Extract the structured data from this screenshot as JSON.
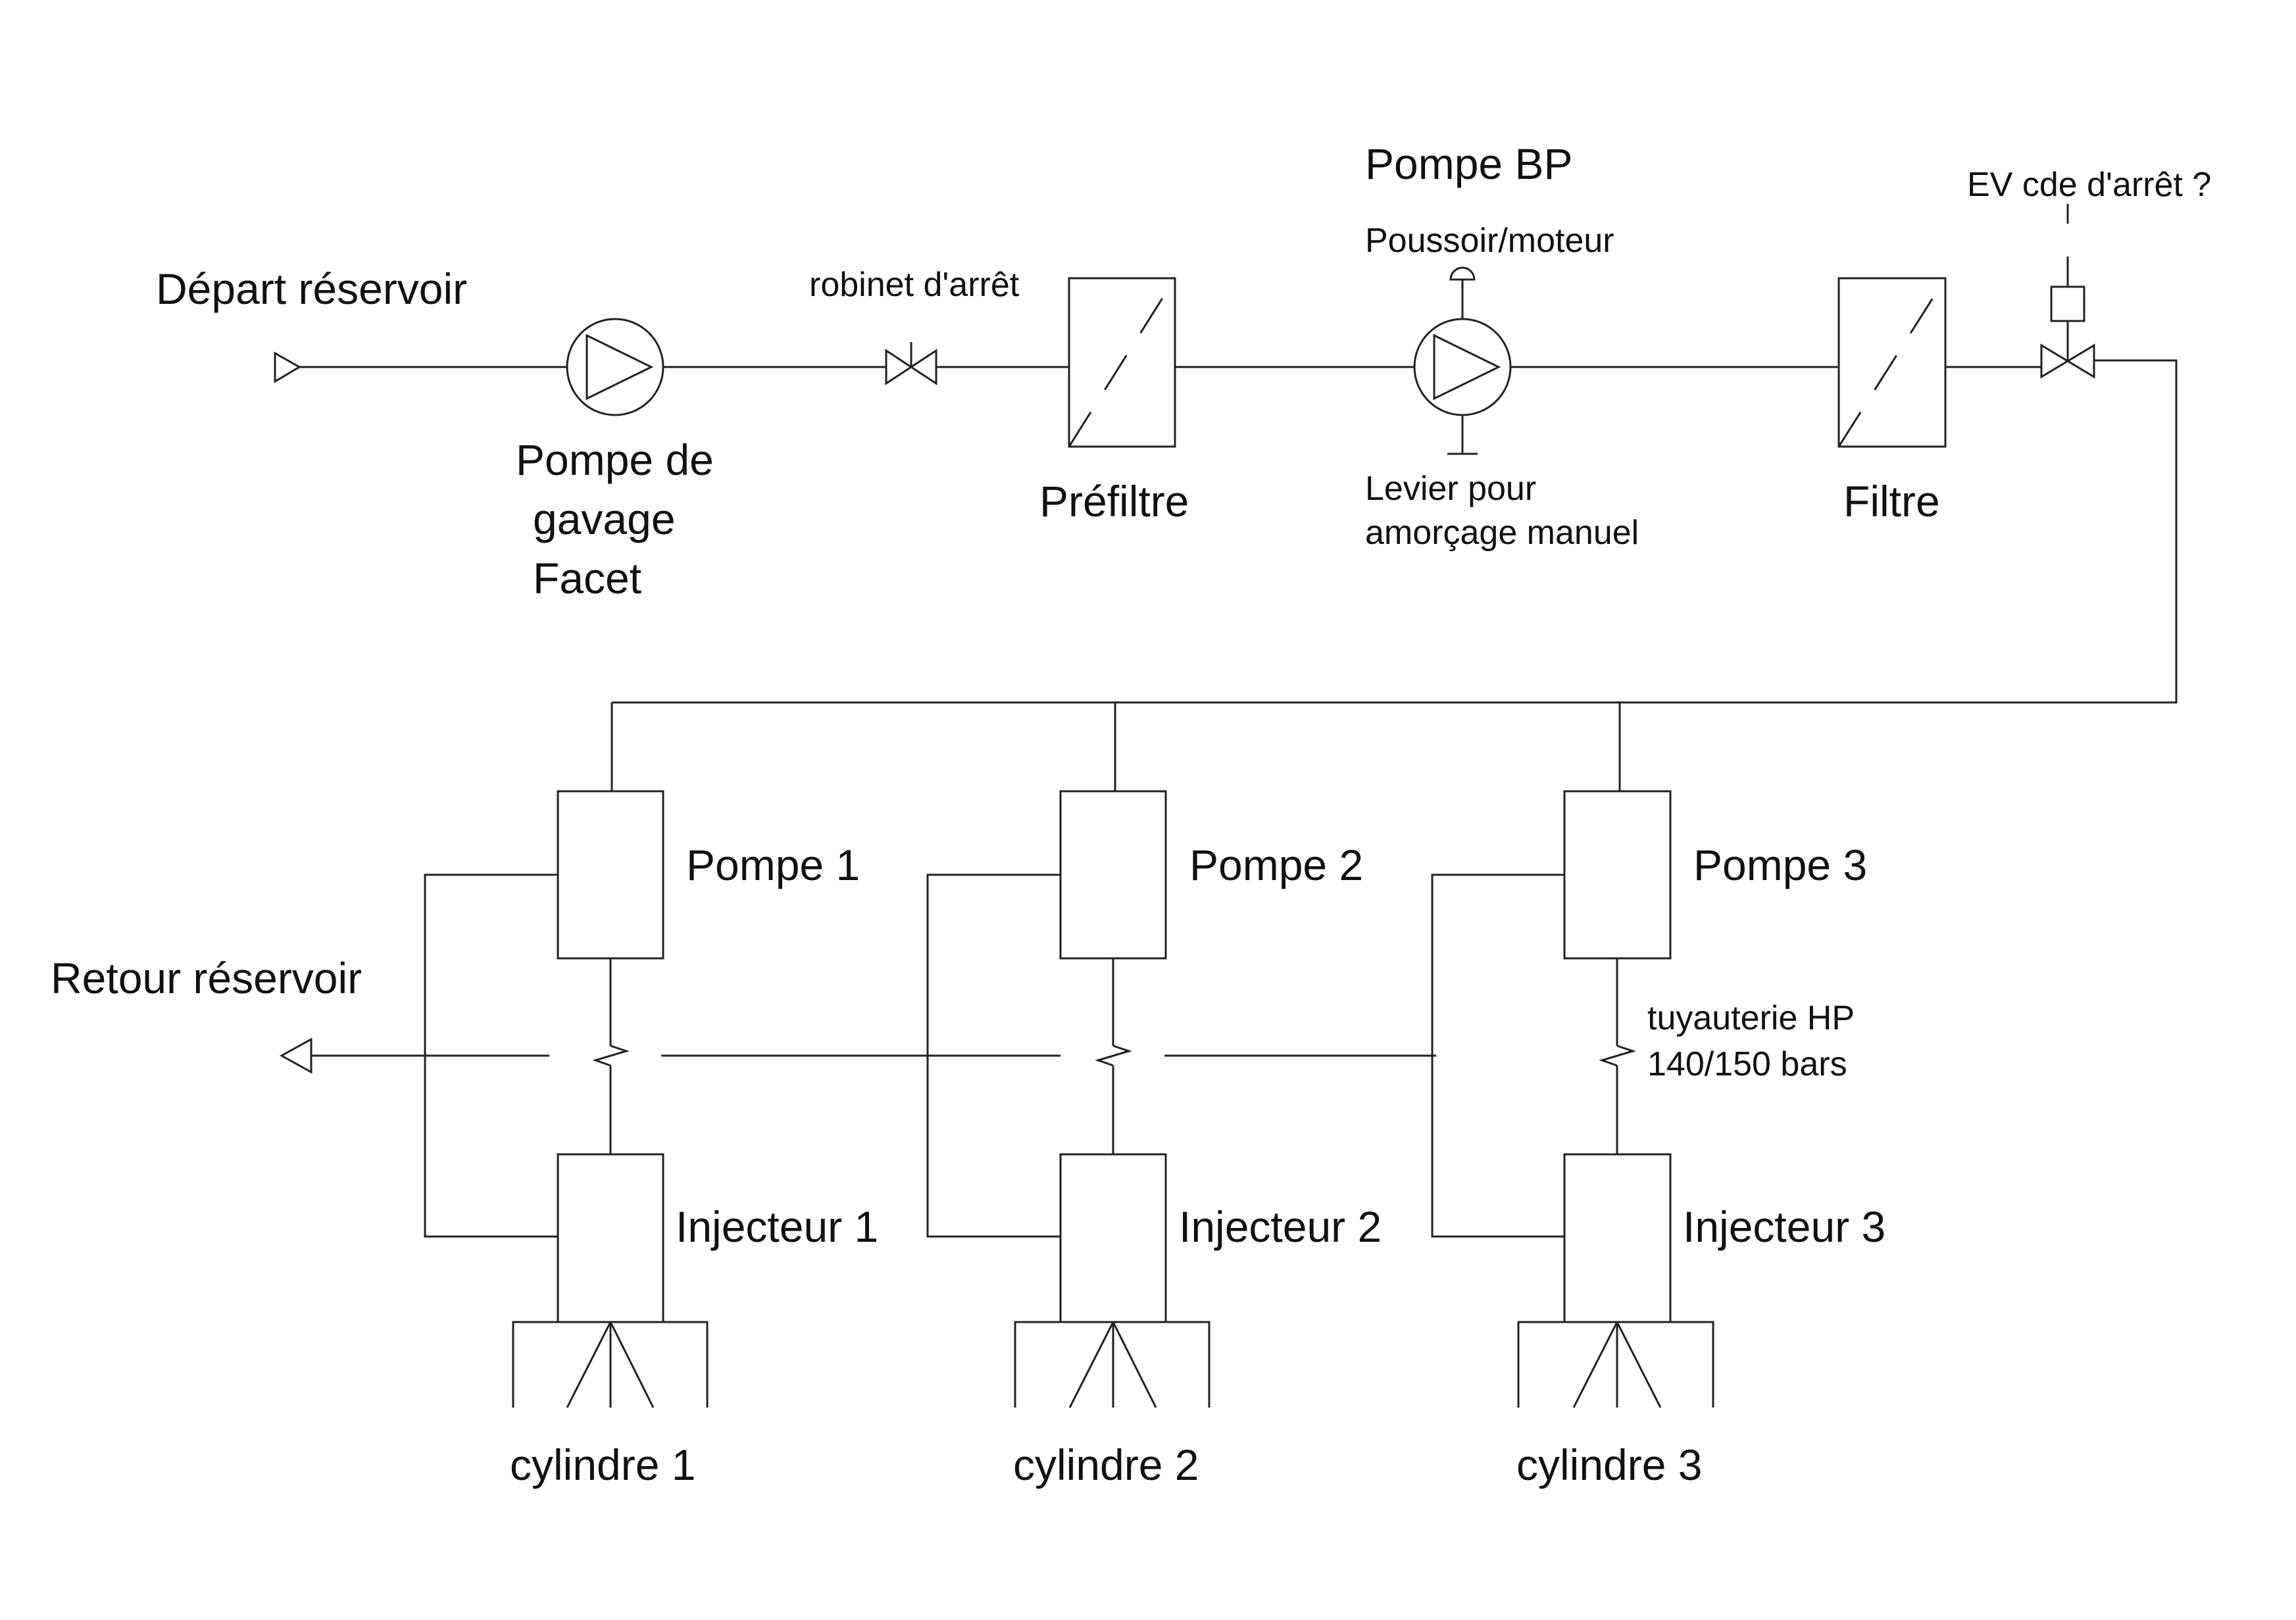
{
  "labels": {
    "depart": "Départ réservoir",
    "robinet": "robinet d'arrêt",
    "pompe_gavage": [
      "Pompe de",
      "gavage",
      "Facet"
    ],
    "prefiltre": "Préfiltre",
    "pompe_bp": "Pompe BP",
    "poussoir": "Poussoir/moteur",
    "levier": [
      "Levier pour",
      "amorçage manuel"
    ],
    "filtre": "Filtre",
    "ev": "EV cde d'arrêt ?",
    "retour": "Retour réservoir",
    "tuyauterie": [
      "tuyauterie HP",
      "140/150 bars"
    ],
    "pompes": [
      "Pompe 1",
      "Pompe 2",
      "Pompe 3"
    ],
    "injecteurs": [
      "Injecteur 1",
      "Injecteur 2",
      "Injecteur 3"
    ],
    "cylindres": [
      "cylindre 1",
      "cylindre 2",
      "cylindre 3"
    ]
  }
}
